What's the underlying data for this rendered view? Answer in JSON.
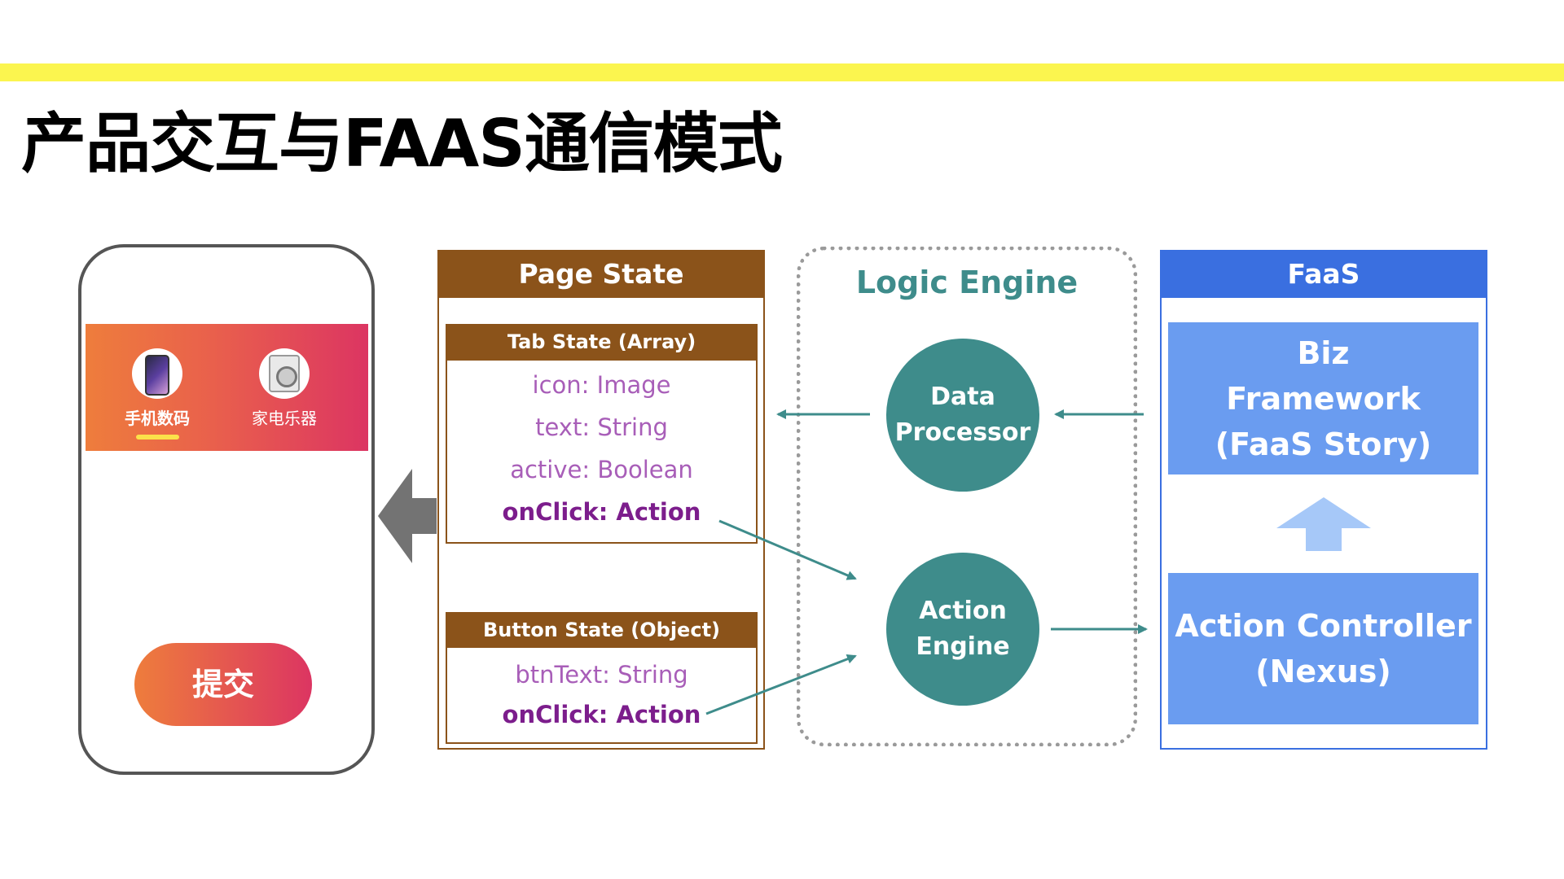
{
  "title": "产品交互与FAAS通信模式",
  "colors": {
    "accent_bar": "#fbf54f",
    "page_state": "#8b531a",
    "logic": "#3e8c8b",
    "faas_header": "#3a6fe0",
    "faas_panel": "#6a9cf0",
    "field_text": "#a85eb8",
    "action_text": "#7c1d8c"
  },
  "phone": {
    "tabs": [
      {
        "label": "手机数码",
        "icon": "smartphone-icon",
        "active": true
      },
      {
        "label": "家电乐器",
        "icon": "washing-machine-icon",
        "active": false
      }
    ],
    "submit_label": "提交"
  },
  "page_state": {
    "title": "Page State",
    "tab_state": {
      "title": "Tab State (Array)",
      "fields": [
        "icon: Image",
        "text: String",
        "active: Boolean",
        "onClick: Action"
      ]
    },
    "button_state": {
      "title": "Button State (Object)",
      "fields": [
        "btnText: String",
        "onClick: Action"
      ]
    }
  },
  "logic_engine": {
    "title": "Logic Engine",
    "data_processor": [
      "Data",
      "Processor"
    ],
    "action_engine": [
      "Action",
      "Engine"
    ]
  },
  "faas": {
    "title": "FaaS",
    "biz_framework": [
      "Biz",
      "Framework",
      "(FaaS Story)"
    ],
    "action_controller": [
      "Action Controller",
      "(Nexus)"
    ]
  }
}
